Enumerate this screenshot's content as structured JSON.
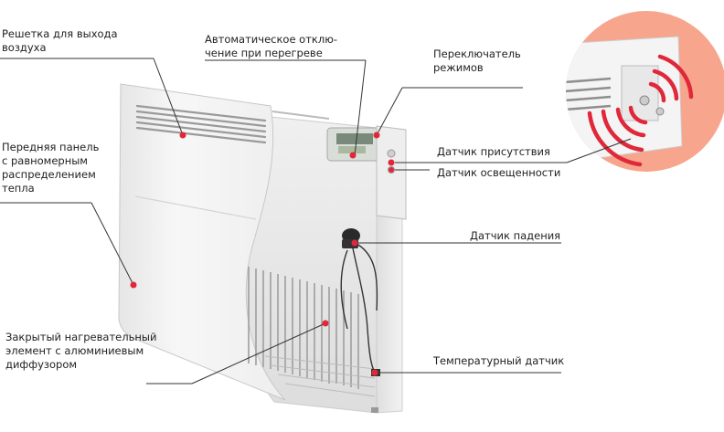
{
  "labels": {
    "air_outlet_grille": [
      "Решетка для выхода",
      "воздуха"
    ],
    "overheat_shutoff": [
      "Автоматическое отклю-",
      "чение при перегреве"
    ],
    "mode_switch": [
      "Переключатель",
      "режимов"
    ],
    "front_panel": [
      "Передняя панель",
      "с равномерным",
      "распределением",
      "тепла"
    ],
    "presence_sensor": "Датчик присутствия",
    "light_sensor": "Датчик освещенности",
    "fall_sensor": "Датчик падения",
    "heating_element": [
      "Закрытый нагревательный",
      "элемент с алюминиевым",
      "диффузором"
    ],
    "temperature_sensor": "Температурный датчик"
  },
  "colors": {
    "marker": "#e0283a",
    "leader_line": "#333333",
    "panel": "#f4f4f4",
    "panel_shadow": "#d8d8d8",
    "inset_bg": "#f7a58c",
    "wave": "#e0283a"
  }
}
